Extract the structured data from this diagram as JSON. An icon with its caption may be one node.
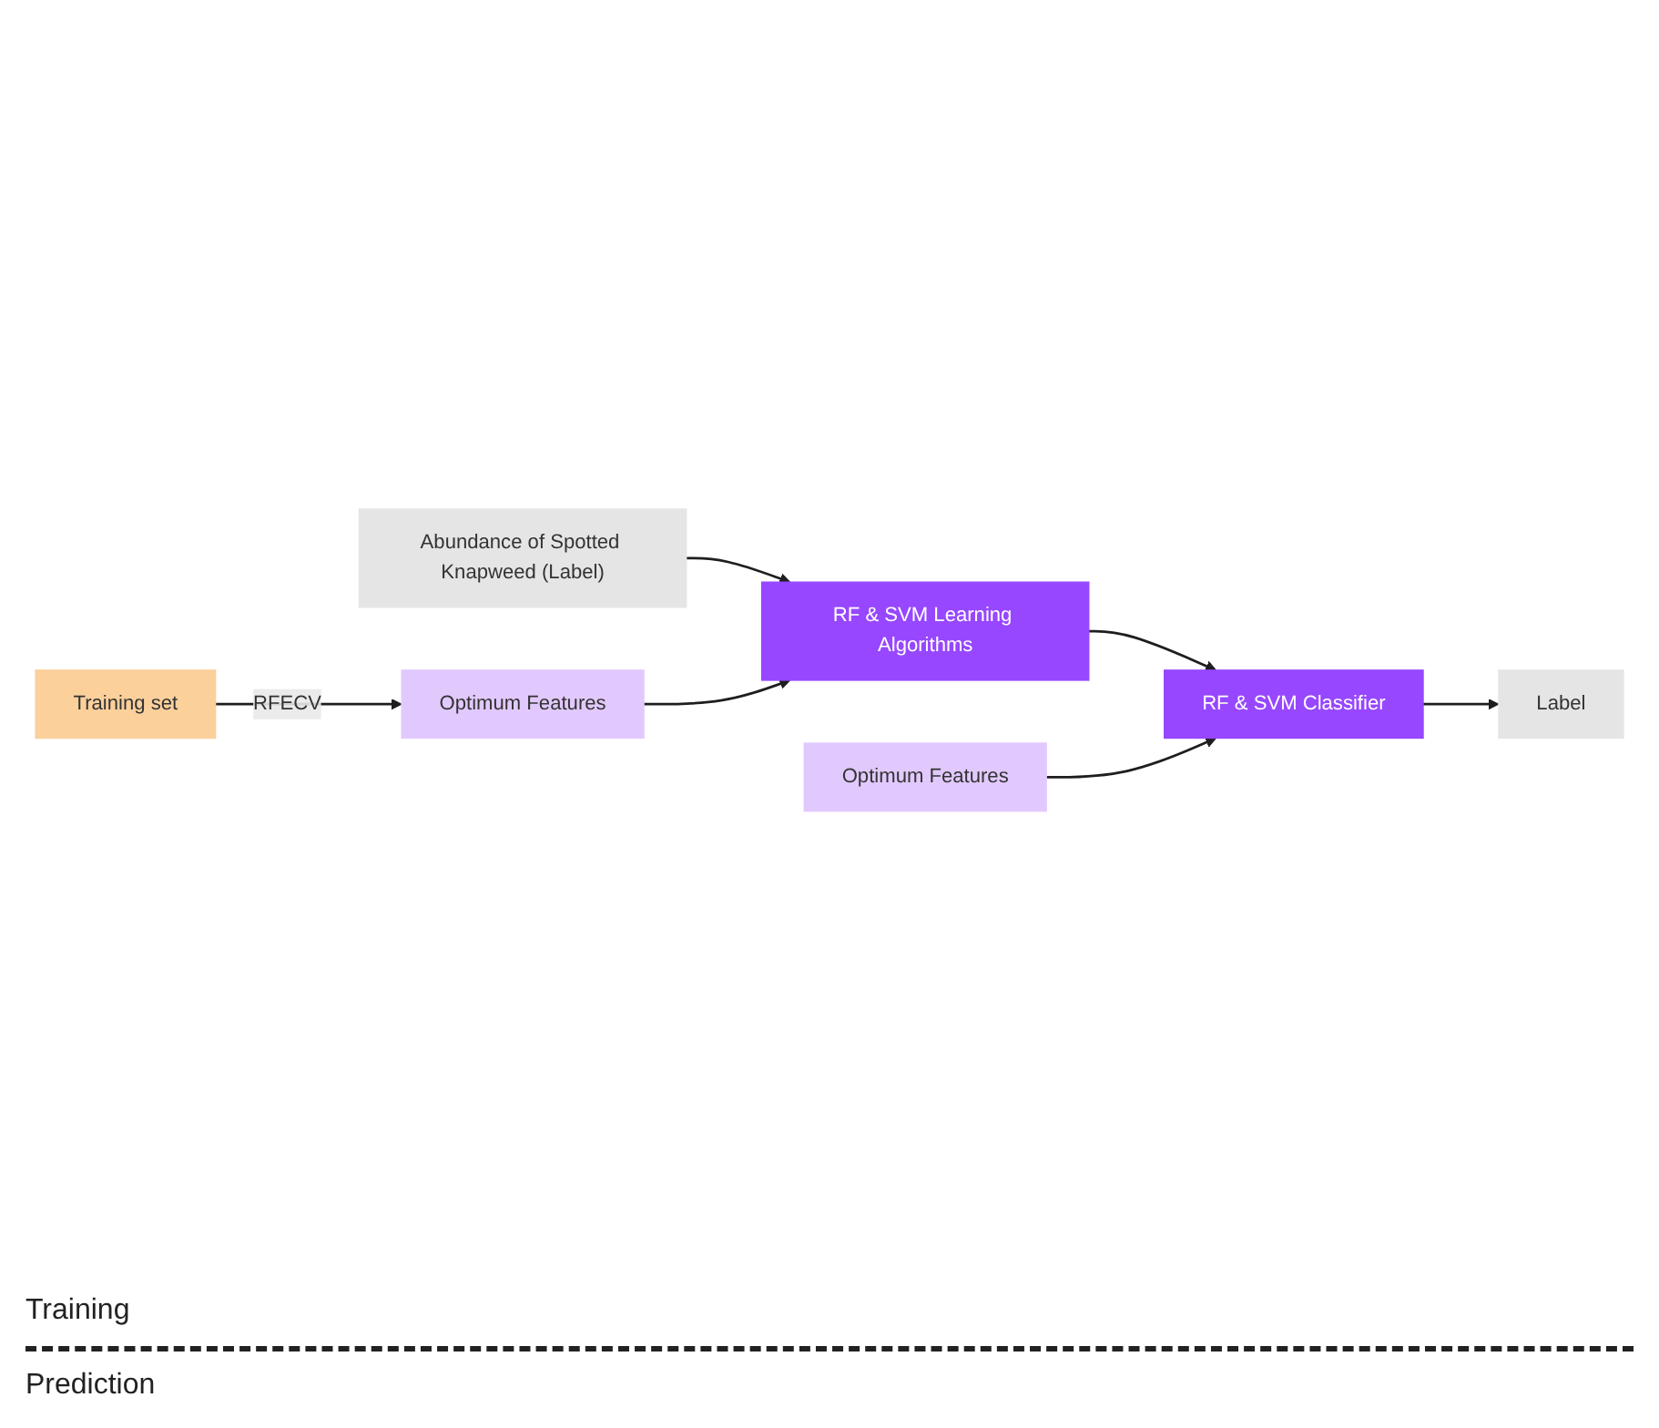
{
  "diagram": {
    "nodes": [
      {
        "text": [
          "Abundance of Spotted Knapweed (Label)"
        ]
      },
      {
        "text": [
          "Training set"
        ]
      },
      {
        "text": [
          "Optimum Features"
        ]
      },
      {
        "text": [
          "RF & SVM Learning Algorithms"
        ]
      },
      {
        "text": [
          "Optimum Features"
        ]
      },
      {
        "text": [
          "RF & SVM Classifier"
        ]
      },
      {
        "text": [
          "Label"
        ]
      }
    ],
    "edges": [
      {
        "from": 0,
        "to": 3,
        "arrow": "to"
      },
      {
        "from": 1,
        "to": 2,
        "arrow": "to",
        "label": "RFECV"
      },
      {
        "from": 2,
        "to": 3,
        "arrow": "to"
      },
      {
        "from": 3,
        "to": 5,
        "arrow": "to"
      },
      {
        "from": 4,
        "to": 5,
        "arrow": "to"
      },
      {
        "from": 5,
        "to": 6,
        "arrow": "to"
      }
    ],
    "labels": [
      "Training",
      "Prediction"
    ]
  }
}
